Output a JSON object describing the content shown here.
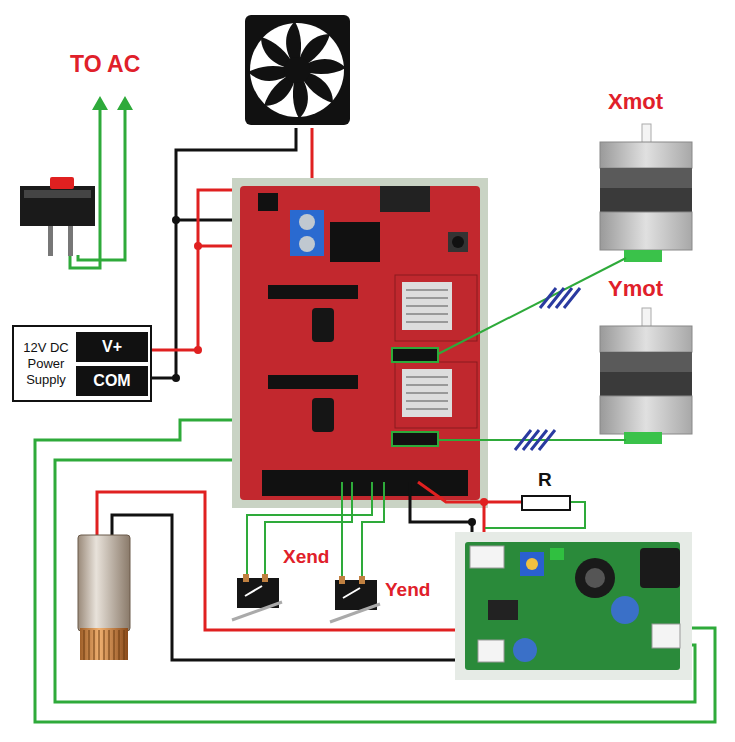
{
  "diagram": {
    "nodes": [
      {
        "text": [
          "12V DC Power Supply"
        ]
      },
      {
        "text": [
          "V+"
        ],
        "in": 0
      },
      {
        "text": [
          "COM"
        ],
        "in": 0
      }
    ],
    "labels": [
      "TO AC",
      "Xmot",
      "Ymot",
      "Xend",
      "Yend",
      "R"
    ]
  }
}
